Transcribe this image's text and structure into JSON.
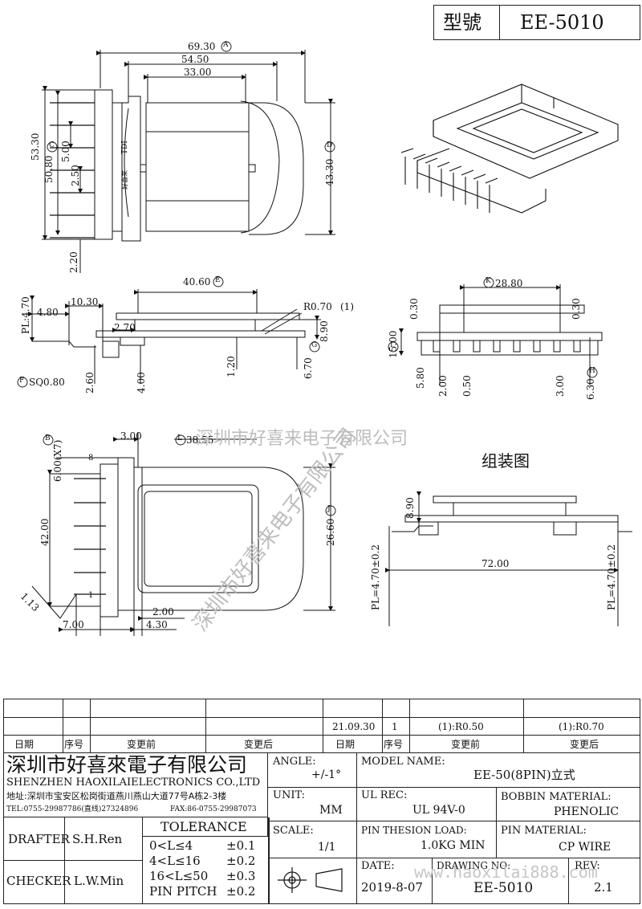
{
  "header": {
    "model_label": "型號",
    "model_value": "EE-5010"
  },
  "dims": {
    "top_69": "69.30",
    "top_54": "54.50",
    "top_33": "33.00",
    "h_53": "53.30",
    "h_50": "50.80",
    "h_5": "5.00",
    "h_2_50": "2.50",
    "h_2_20": "2.20",
    "h_43": "43.30",
    "side_40": "40.60",
    "pl": "PL:4.70",
    "side_4_80": "4.80",
    "side_10_30": "10.30",
    "side_2_70": "2.70",
    "r070": "R0.70",
    "r070_note": "(1)",
    "side_8_90": "8.90",
    "side_6_70": "6.70",
    "side_1_20": "1.20",
    "sq": "SQ0.80",
    "side_2_60": "2.60",
    "side_4_00": "4.00",
    "front_28": "28.80",
    "front_0_30a": "0.30",
    "front_0_30b": "0.30",
    "front_15": "15.00",
    "front_5_80": "5.80",
    "front_2_00": "2.00",
    "front_0_50": "0.50",
    "front_3_00": "3.00",
    "front_6_30": "6.30",
    "bot_6": "6.00(X7)",
    "bot_3": "3.00",
    "bot_38": "38.55",
    "bot_42": "42.00",
    "bot_26": "26.60",
    "bot_1_13": "1.13",
    "bot_2_00": "2.00",
    "bot_7_00": "7.00",
    "bot_4_30": "4.30",
    "pin8": "8",
    "pin1": "1",
    "asm_title": "组装图",
    "asm_8_90": "8.90",
    "asm_72": "72.00",
    "asm_pl_l": "PL=4.70±0.2",
    "asm_pl_r": "PL=4.70±0.2",
    "bobbin_mark1": "TDI",
    "bobbin_mark2": "好喜來"
  },
  "callouts": {
    "A": "A",
    "B": "B",
    "C": "C",
    "D": "D",
    "E": "E",
    "F": "F",
    "G": "G",
    "H": "H",
    "I": "I",
    "J": "J",
    "K": "K",
    "L": "L"
  },
  "watermark": {
    "company": "深圳市好喜来电子有限公司",
    "diag": "深圳市好喜来电子有限公司",
    "url": "www.haoxilai888.com"
  },
  "revision": {
    "row2": {
      "date": "21.09.30",
      "no": "1",
      "before": "(1):R0.50",
      "after": "(1):R0.70"
    },
    "labels": {
      "date": "日期",
      "no": "序号",
      "before": "变更前",
      "after": "变更后"
    }
  },
  "company": {
    "name_cn": "深圳市好喜來電子有限公司",
    "name_en": "SHENZHEN HAOXILAIELECTRONICS CO.,LTD",
    "address": "地址:深圳市宝安区松岗街道燕川燕山大道77号A栋2-3楼",
    "tel": "TEL:0755-29987786(直线)27324896",
    "fax": "FAX:86-0755-29987073"
  },
  "titleblock": {
    "angle_label": "ANGLE:",
    "angle_value": "+/-1°",
    "model_name_label": "MODEL NAME:",
    "model_name_value": "EE-50(8PIN)立式",
    "unit_label": "UNIT:",
    "unit_value": "MM",
    "ul_label": "UL REC:",
    "ul_value": "UL 94V-0",
    "bobbin_label": "BOBBIN MATERIAL:",
    "bobbin_value": "PHENOLIC",
    "scale_label": "SCALE:",
    "scale_value": "1/1",
    "pin_load_label": "PIN THESION LOAD:",
    "pin_load_value": "1.0KG MIN",
    "pin_mat_label": "PIN MATERIAL:",
    "pin_mat_value": "CP WIRE",
    "date_label": "DATE:",
    "date_value": "2019-8-07",
    "drawing_label": "DRAWING NO:",
    "drawing_value": "EE-5010",
    "rev_label": "REV:",
    "rev_value": "2.1",
    "drafter_label": "DRAFTER",
    "drafter_value": "S.H.Ren",
    "checker_label": "CHECKER",
    "checker_value": "L.W.Min",
    "tolerance_title": "TOLERANCE",
    "tol": [
      {
        "range": "0<L≤4",
        "value": "±0.1"
      },
      {
        "range": "4<L≤16",
        "value": "±0.2"
      },
      {
        "range": "16<L≤50",
        "value": "±0.3"
      },
      {
        "range": "PIN PITCH",
        "value": "±0.2"
      }
    ]
  }
}
